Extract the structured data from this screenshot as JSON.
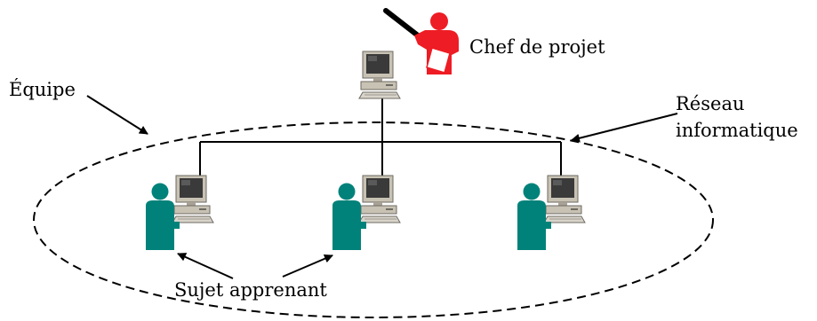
{
  "labels": {
    "chef": "Chef de projet",
    "equipe": "Équipe",
    "reseau_line1": "Réseau",
    "reseau_line2": "informatique",
    "sujet": "Sujet apprenant"
  },
  "colors": {
    "presenter_red": "#ee1c24",
    "learner_teal": "#00827a",
    "monitor_beige": "#c8c2b4",
    "screen_dark": "#3a3a3a"
  },
  "icons": [
    "presenter-figure-icon",
    "computer-icon",
    "learner-figure-icon"
  ]
}
